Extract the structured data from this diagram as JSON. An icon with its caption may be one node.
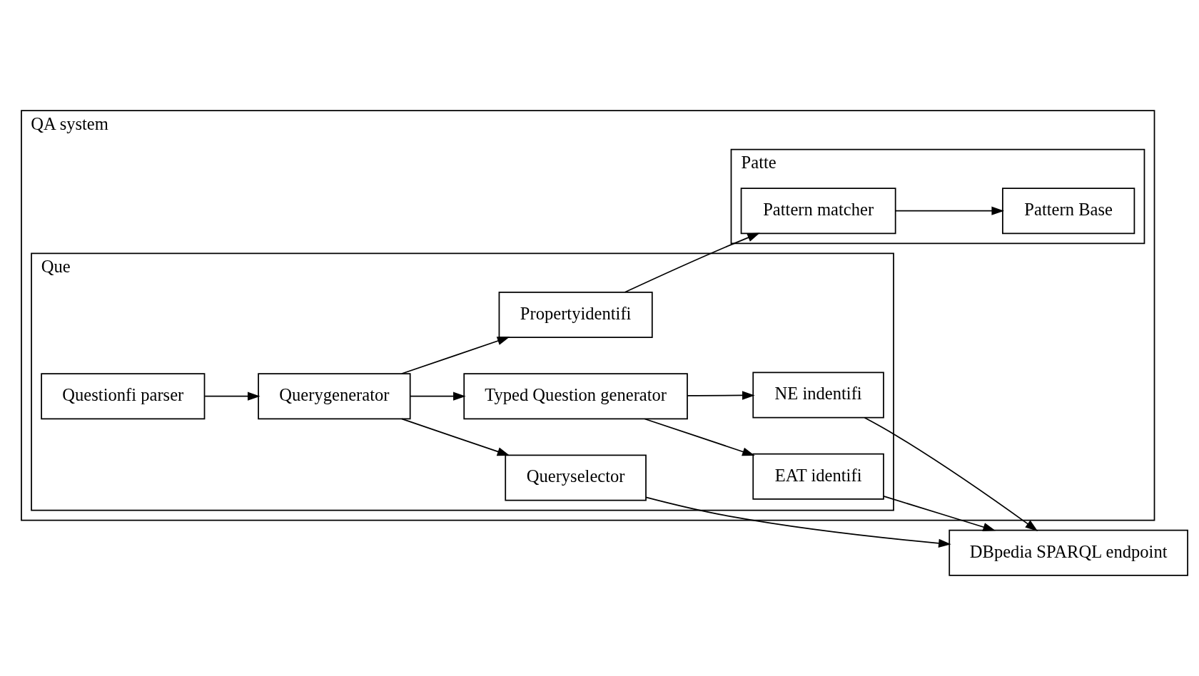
{
  "diagram": {
    "nodes": [
      {
        "text": [
          "QA system"
        ]
      },
      {
        "text": [
          "Que"
        ],
        "in": 0
      },
      {
        "text": [
          "Questionfi parser"
        ],
        "in": 1
      },
      {
        "text": [
          "Querygenerator"
        ],
        "in": 1
      },
      {
        "text": [
          "Typed Question generator"
        ],
        "in": 1
      },
      {
        "text": [
          "EAT identifi"
        ],
        "in": 1
      },
      {
        "text": [
          "NE indentifi"
        ],
        "in": 1
      },
      {
        "text": [
          "Propertyidentifi"
        ],
        "in": 1
      },
      {
        "text": [
          "Queryselector"
        ],
        "in": 1
      },
      {
        "text": [
          "Patte"
        ],
        "in": 0
      },
      {
        "text": [
          "Pattern matcher"
        ],
        "in": 9
      },
      {
        "text": [
          "Pattern Base"
        ],
        "in": 9
      },
      {
        "text": [
          "DBpedia SPARQL endpoint"
        ]
      }
    ],
    "edges": [
      {
        "from": 2,
        "to": 3,
        "arrow": "to"
      },
      {
        "from": 3,
        "to": 4,
        "arrow": "to"
      },
      {
        "from": 4,
        "to": 5,
        "arrow": "to"
      },
      {
        "from": 4,
        "to": 6,
        "arrow": "to"
      },
      {
        "from": 3,
        "to": 7,
        "arrow": "to"
      },
      {
        "from": 3,
        "to": 8,
        "arrow": "to"
      },
      {
        "from": 7,
        "to": 10,
        "arrow": "to"
      },
      {
        "from": 10,
        "to": 11,
        "arrow": "to"
      },
      {
        "from": 5,
        "to": 12,
        "arrow": "to"
      },
      {
        "from": 6,
        "to": 12,
        "arrow": "to"
      },
      {
        "from": 8,
        "to": 12,
        "arrow": "to"
      }
    ]
  }
}
